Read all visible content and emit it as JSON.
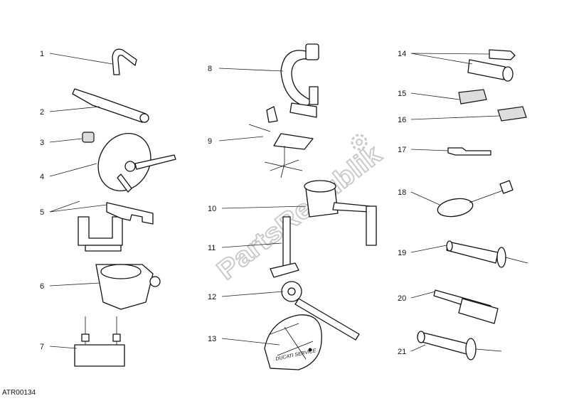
{
  "diagram": {
    "code": "ATR00134",
    "watermark": "PartsRepublik",
    "item13_logo": "DUCATI SERVICE",
    "callouts": [
      "1",
      "2",
      "3",
      "4",
      "5",
      "6",
      "7",
      "8",
      "9",
      "10",
      "11",
      "12",
      "13",
      "14",
      "15",
      "16",
      "17",
      "18",
      "19",
      "20",
      "21"
    ]
  }
}
